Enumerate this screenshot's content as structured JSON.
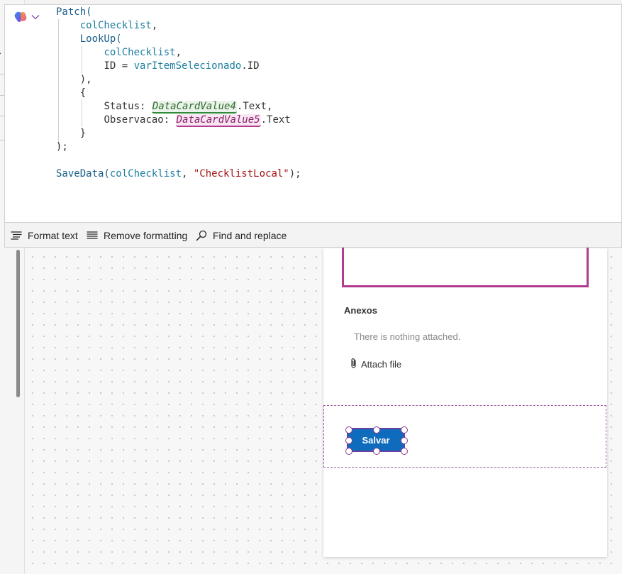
{
  "formula": {
    "lines": [
      [
        {
          "t": "Patch(",
          "c": "fn"
        }
      ],
      [
        {
          "t": "    "
        },
        {
          "t": "colChecklist",
          "c": "id"
        },
        {
          "t": ",",
          "c": "pn"
        }
      ],
      [
        {
          "t": "    "
        },
        {
          "t": "LookUp(",
          "c": "fn"
        }
      ],
      [
        {
          "t": "        "
        },
        {
          "t": "colChecklist",
          "c": "id"
        },
        {
          "t": ",",
          "c": "pn"
        }
      ],
      [
        {
          "t": "        "
        },
        {
          "t": "ID",
          "c": "pn"
        },
        {
          "t": " = ",
          "c": "pn"
        },
        {
          "t": "varItemSelecionado",
          "c": "id"
        },
        {
          "t": ".ID",
          "c": "pn"
        }
      ],
      [
        {
          "t": "    "
        },
        {
          "t": "),",
          "c": "pn"
        }
      ],
      [
        {
          "t": "    "
        },
        {
          "t": "{",
          "c": "pn"
        }
      ],
      [
        {
          "t": "        "
        },
        {
          "t": "Status: ",
          "c": "pn"
        },
        {
          "t": "DataCardValue4",
          "c": "ref-green"
        },
        {
          "t": ".Text,",
          "c": "pn"
        }
      ],
      [
        {
          "t": "        "
        },
        {
          "t": "Observacao: ",
          "c": "pn"
        },
        {
          "t": "DataCardValue5",
          "c": "ref-pink"
        },
        {
          "t": ".Text",
          "c": "pn"
        }
      ],
      [
        {
          "t": "    "
        },
        {
          "t": "}",
          "c": "pn"
        }
      ],
      [
        {
          "t": ");",
          "c": "pn"
        }
      ],
      [],
      [
        {
          "t": "SaveData(",
          "c": "fn"
        },
        {
          "t": "colChecklist",
          "c": "id"
        },
        {
          "t": ", ",
          "c": "pn"
        },
        {
          "t": "\"ChecklistLocal\"",
          "c": "st"
        },
        {
          "t": ");",
          "c": "pn"
        }
      ]
    ]
  },
  "toolbar": {
    "format_text": "Format text",
    "remove_formatting": "Remove formatting",
    "find_replace": "Find and replace"
  },
  "form": {
    "attachments_label": "Anexos",
    "empty_message": "There is nothing attached.",
    "attach_file": "Attach file",
    "save_button": "Salvar"
  },
  "icons": {
    "copilot": "copilot-icon",
    "chevron": "chevron-down-icon",
    "format": "format-text-icon",
    "remove": "remove-formatting-icon",
    "find": "search-icon",
    "attach": "paperclip-icon"
  },
  "colors": {
    "accent_button": "#0f6cbd",
    "selection": "#b13b8f",
    "ref_green": "#2f8a3a",
    "ref_pink": "#b13b8f"
  }
}
